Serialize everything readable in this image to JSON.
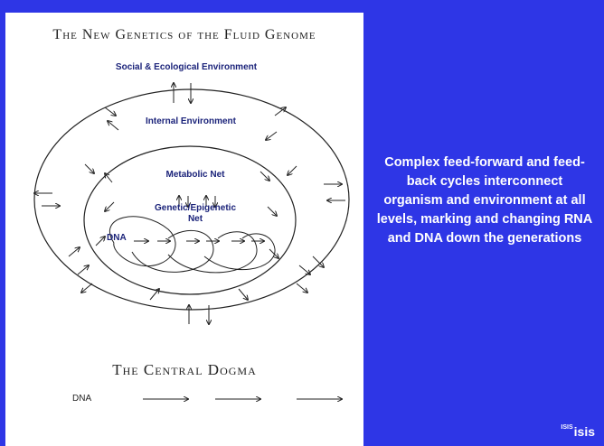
{
  "diagram": {
    "title": "The New Genetics of the Fluid Genome",
    "labels": {
      "social": "Social & Ecological Environment",
      "internal": "Internal Environment",
      "metabolic": "Metabolic Net",
      "genetic_line1": "Genetic/Epigenetic",
      "genetic_line2": "Net",
      "dna": "DNA"
    },
    "central_dogma_title": "The Central Dogma",
    "central_dogma_dna": "DNA",
    "colors": {
      "background": "#2e36e6",
      "panel": "#ffffff",
      "labels": "#1b237a"
    }
  },
  "caption": "Complex feed-forward and feed-back cycles interconnect organism and environment at all levels, marking and changing RNA and DNA down the generations",
  "logo": {
    "prefix": "ISIS",
    "text": "isis"
  }
}
